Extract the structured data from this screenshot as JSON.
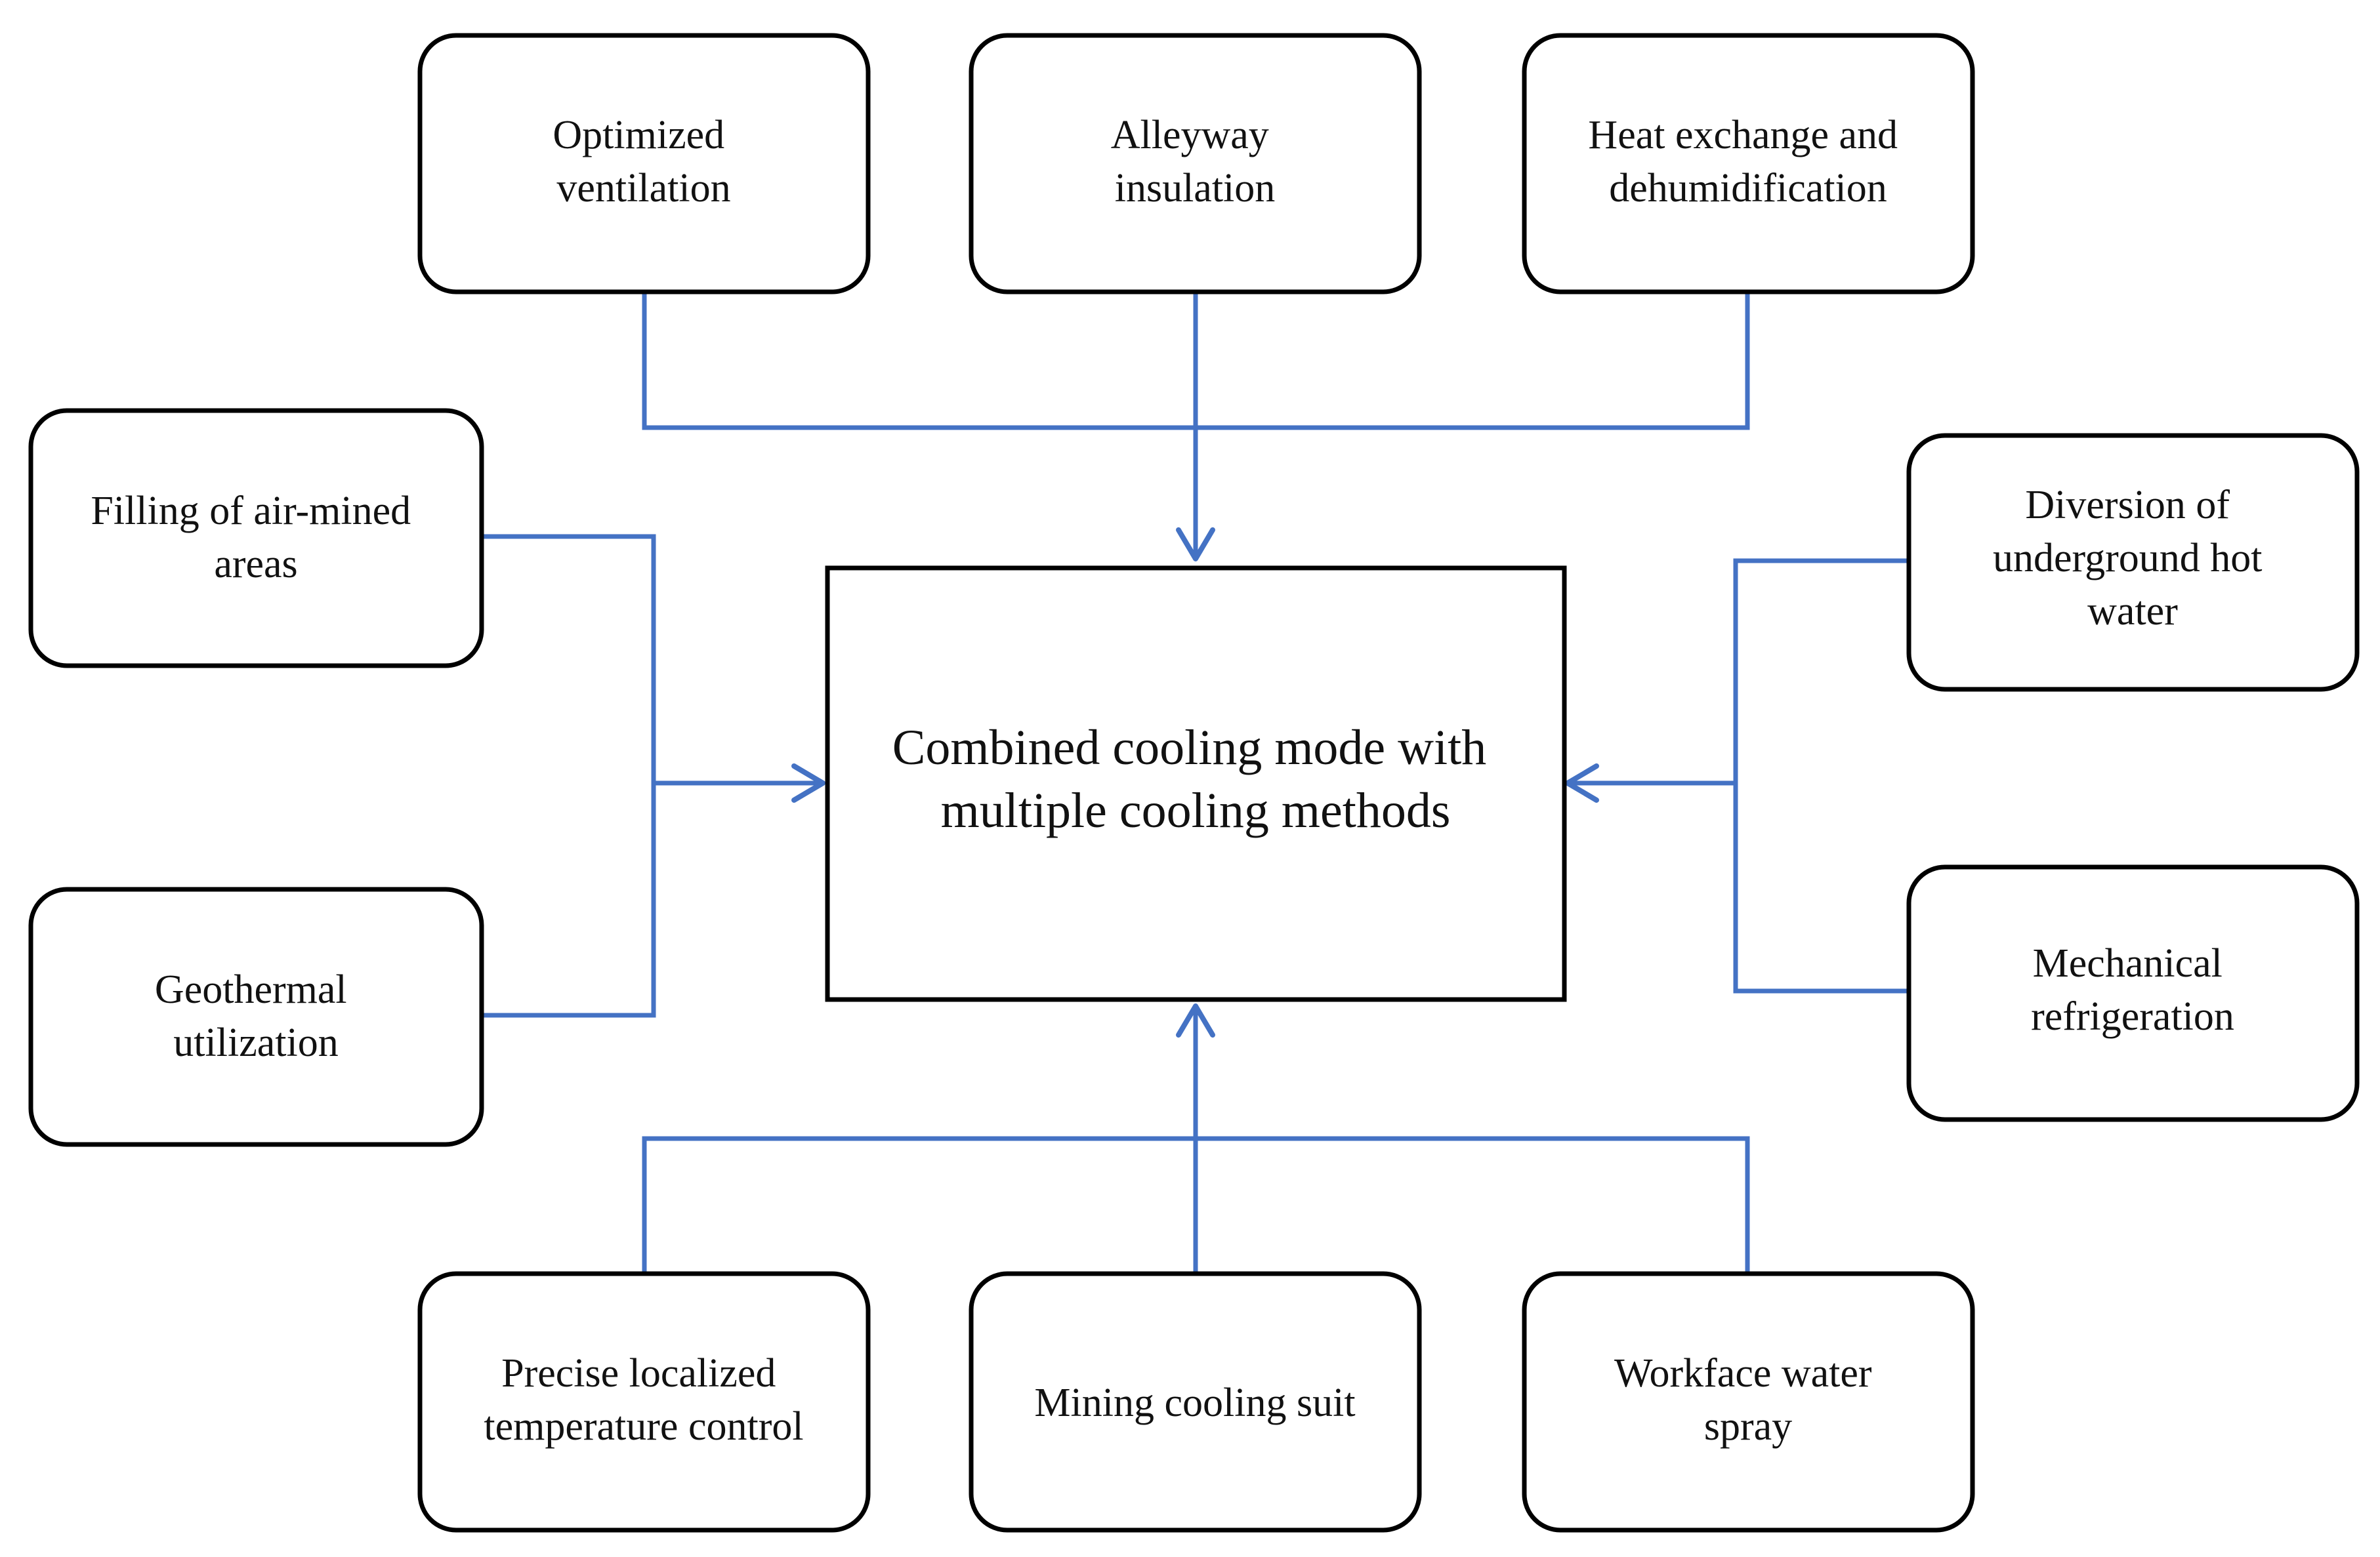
{
  "diagram": {
    "center": {
      "lines": [
        "Combined cooling mode with",
        "multiple cooling methods"
      ]
    },
    "nodes": {
      "optimized_ventilation": {
        "lines": [
          "Optimized",
          "ventilation"
        ]
      },
      "alleyway_insulation": {
        "lines": [
          "Alleyway",
          "insulation"
        ]
      },
      "heat_exchange": {
        "lines": [
          "Heat exchange and",
          "dehumidification"
        ]
      },
      "filling_air_mined": {
        "lines": [
          "Filling of air-mined",
          "areas"
        ]
      },
      "geothermal": {
        "lines": [
          "Geothermal",
          "utilization"
        ]
      },
      "diversion_hot_water": {
        "lines": [
          "Diversion of",
          "underground hot",
          "water"
        ]
      },
      "mechanical_refrigeration": {
        "lines": [
          "Mechanical",
          "refrigeration"
        ]
      },
      "precise_localized": {
        "lines": [
          "Precise localized",
          "temperature control"
        ]
      },
      "mining_cooling_suit": {
        "lines": [
          "Mining cooling suit"
        ]
      },
      "workface_water_spray": {
        "lines": [
          "Workface water",
          "spray"
        ]
      }
    },
    "colors": {
      "connector": "#4472C4",
      "box_border": "#000000",
      "background": "#ffffff"
    }
  }
}
